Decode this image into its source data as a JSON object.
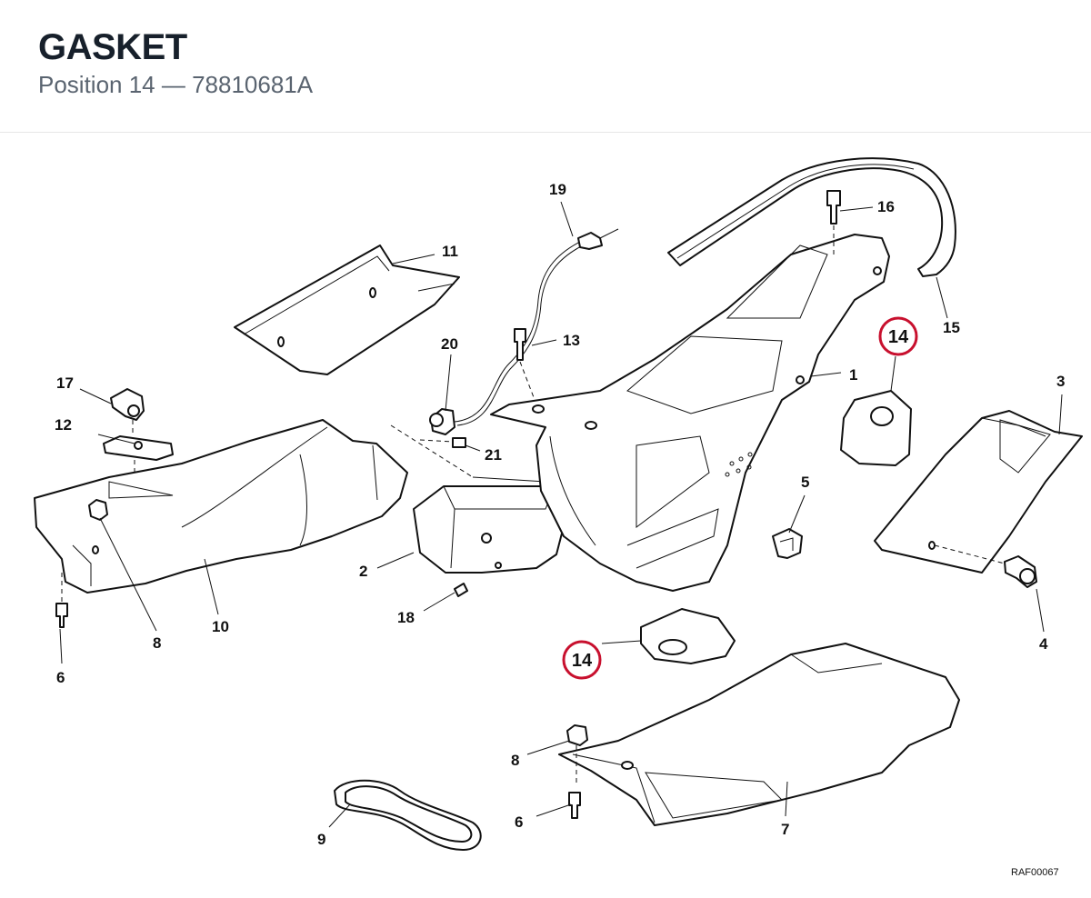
{
  "header": {
    "title": "GASKET",
    "subtitle": "Position 14 — 78810681A"
  },
  "highlight": {
    "position": "14",
    "color": "#c8102e"
  },
  "callouts": {
    "c1": "1",
    "c2": "2",
    "c3": "3",
    "c4": "4",
    "c5": "5",
    "c6a": "6",
    "c6b": "6",
    "c7": "7",
    "c8a": "8",
    "c8b": "8",
    "c9": "9",
    "c10": "10",
    "c11": "11",
    "c12": "12",
    "c13": "13",
    "c14a": "14",
    "c14b": "14",
    "c15": "15",
    "c16": "16",
    "c17": "17",
    "c18": "18",
    "c19": "19",
    "c20": "20",
    "c21": "21"
  },
  "drawing_ref": "RAF00067"
}
